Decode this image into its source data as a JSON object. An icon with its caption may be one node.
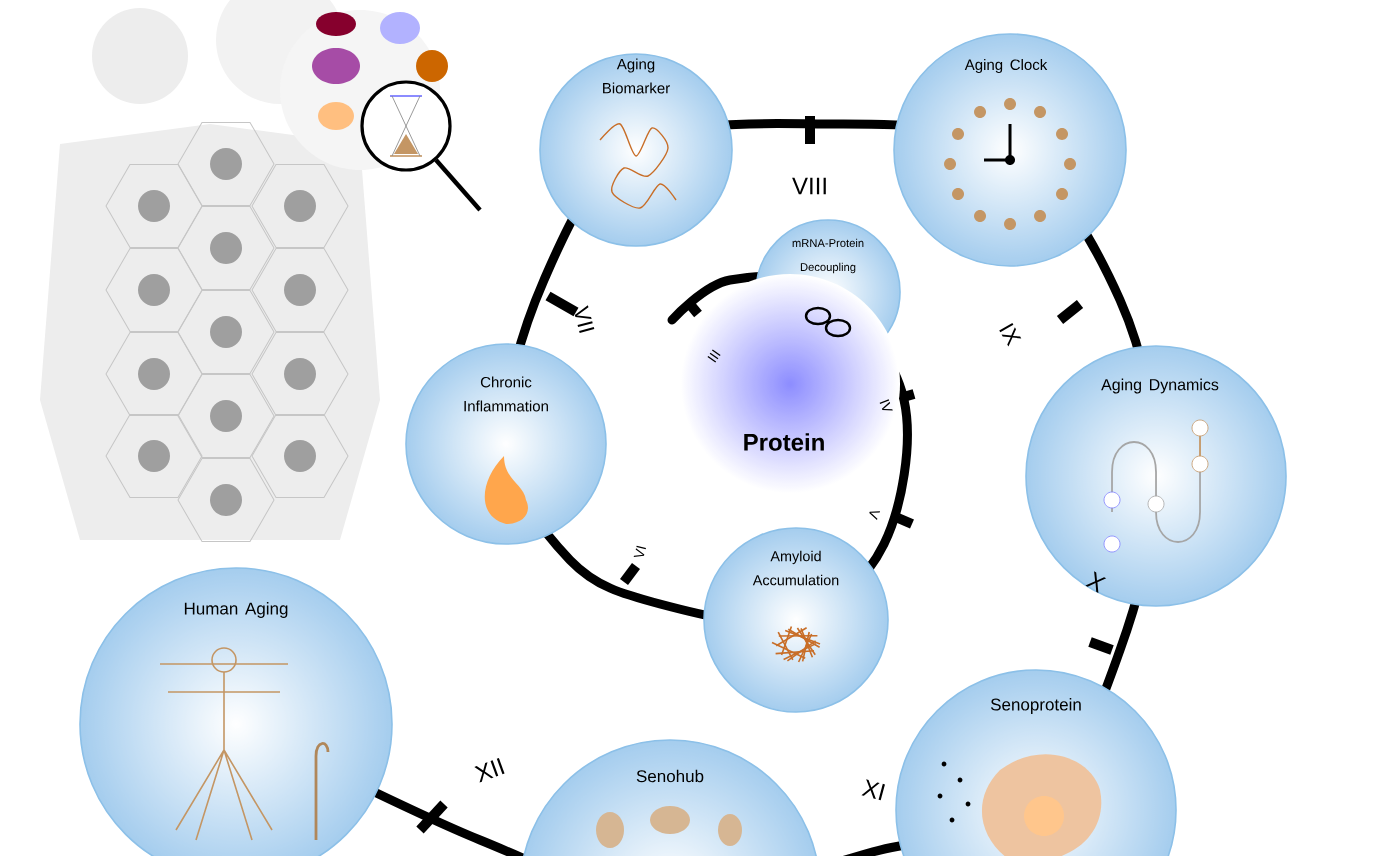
{
  "diagram": {
    "nodes": [
      {
        "text": [
          "Aging Biomarker"
        ]
      },
      {
        "text": [
          "Aging Clock"
        ]
      },
      {
        "text": [
          "mRNA-Protein Decoupling"
        ]
      },
      {
        "text": [
          "Protein"
        ]
      },
      {
        "text": [
          "Chronic Inflammation"
        ]
      },
      {
        "text": [
          "Aging Dynamics"
        ]
      },
      {
        "text": [
          "Amyloid Accumulation"
        ]
      },
      {
        "text": [
          "Human Aging"
        ]
      },
      {
        "text": [
          "Senoprotein"
        ]
      },
      {
        "text": [
          "Senohub"
        ]
      }
    ],
    "labels": [
      "VIII",
      "VII",
      "IX",
      "III",
      "IV",
      "V",
      "VI",
      "X",
      "XII",
      "XI"
    ]
  }
}
